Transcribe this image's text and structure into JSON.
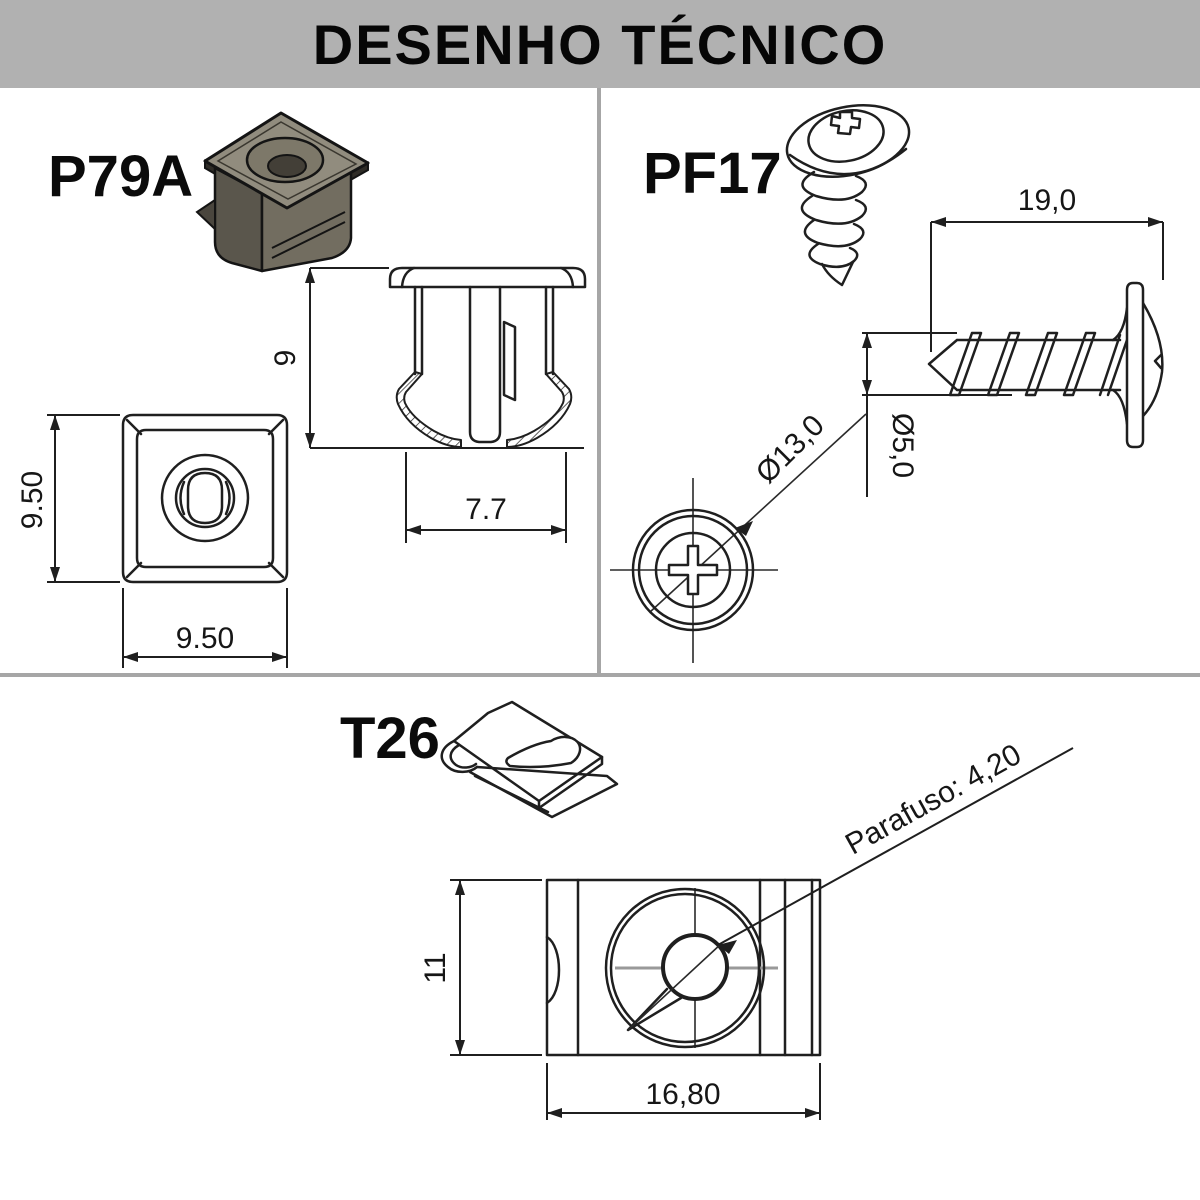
{
  "banner": {
    "title": "DESENHO TÉCNICO",
    "bg": "#b1b1b1"
  },
  "p79a": {
    "label": "P79A",
    "height": "9",
    "width": "7.7",
    "plan_height": "9.50",
    "plan_width": "9.50"
  },
  "pf17": {
    "label": "PF17",
    "length": "19,0",
    "head_diameter": "Ø13,0",
    "shaft_diameter": "Ø5,0"
  },
  "t26": {
    "label": "T26",
    "height": "11",
    "width": "16,80",
    "screw_note": "Parafuso: 4,20"
  },
  "colors": {
    "banner_bg": "#b1b1b1",
    "divider": "#a6a6a6",
    "line": "#1f1f1f",
    "part_top_face": "#918c7e",
    "part_left_face": "#5a564c",
    "part_right_face": "#726d60",
    "centerline_gray": "#999999"
  }
}
